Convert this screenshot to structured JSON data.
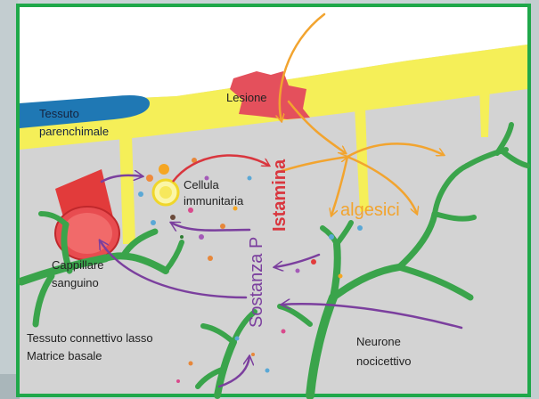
{
  "labels": {
    "tessuto_parenchimale": [
      "Tessuto",
      "parenchimale"
    ],
    "lesione": "Lesione",
    "istamina": "Istamina",
    "cellula": [
      "Cellula",
      "immunitaria"
    ],
    "algesici": "algesici",
    "capillare": [
      "Cappillare",
      "sanguino"
    ],
    "sostanza_p": "Sostanza P",
    "connettivo": [
      "Tessuto connettivo lasso",
      "Matrice basale"
    ],
    "neurone": [
      "Neurone",
      "nocicettivo"
    ]
  },
  "colors": {
    "frame": "#1fa84a",
    "tissue": "#d3d3d3",
    "yellow_layer": "#f5ef58",
    "blue_tissue": "#1f78b4",
    "lesion": "#e4505c",
    "capillary": "#e23b3b",
    "nerve": "#3aa44b",
    "histamine": "#d9363e",
    "algesic": "#f2a42f",
    "substance_p": "#7b3f9e"
  }
}
